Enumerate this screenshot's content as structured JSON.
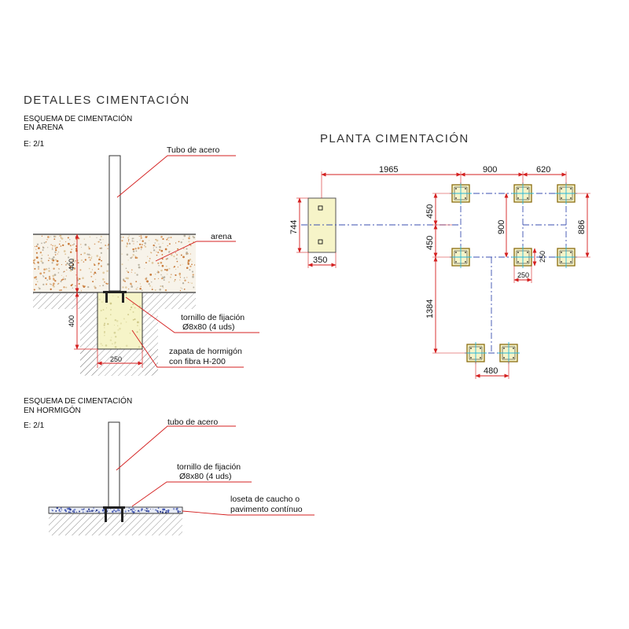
{
  "titles": {
    "details": "DETALLES CIMENTACIÓN",
    "plan": "PLANTA CIMENTACIÓN"
  },
  "section_sand": {
    "heading_line1": "ESQUEMA DE CIMENTACIÓN",
    "heading_line2": "EN ARENA",
    "scale": "E: 2/1",
    "labels": {
      "tube": "Tubo de acero",
      "soil": "arena",
      "bolt_line1": "tornillo de fijación",
      "bolt_line2": "Ø8x80 (4 uds)",
      "footing_line1": "zapata de hormigón",
      "footing_line2": "con fibra H-200"
    },
    "dims": {
      "sand_depth": "400",
      "footing_depth": "400",
      "footing_width": "250"
    }
  },
  "section_concrete": {
    "heading_line1": "ESQUEMA DE CIMENTACIÓN",
    "heading_line2": "EN HORMIGÓN",
    "scale": "E: 2/1",
    "labels": {
      "tube": "tubo de acero",
      "bolt_line1": "tornillo de fijación",
      "bolt_line2": "Ø8x80 (4 uds)",
      "surface_line1": "loseta de caucho o",
      "surface_line2": "pavimento contínuo"
    }
  },
  "plan": {
    "dims": {
      "d1965": "1965",
      "d900_top": "900",
      "d620": "620",
      "d744": "744",
      "d350": "350",
      "d450_a": "450",
      "d450_b": "450",
      "d900_v": "900",
      "d886": "886",
      "d250_v": "250",
      "d250_h": "250",
      "d1384": "1384",
      "d480": "480"
    }
  },
  "colors": {
    "dimension": "#d42020",
    "axis": "#3b4fb0",
    "footing_outline": "#b08a16",
    "footing_fill": "#f6f4c8",
    "cross": "#29b6d6",
    "sand_dots": "#c87a3a"
  }
}
